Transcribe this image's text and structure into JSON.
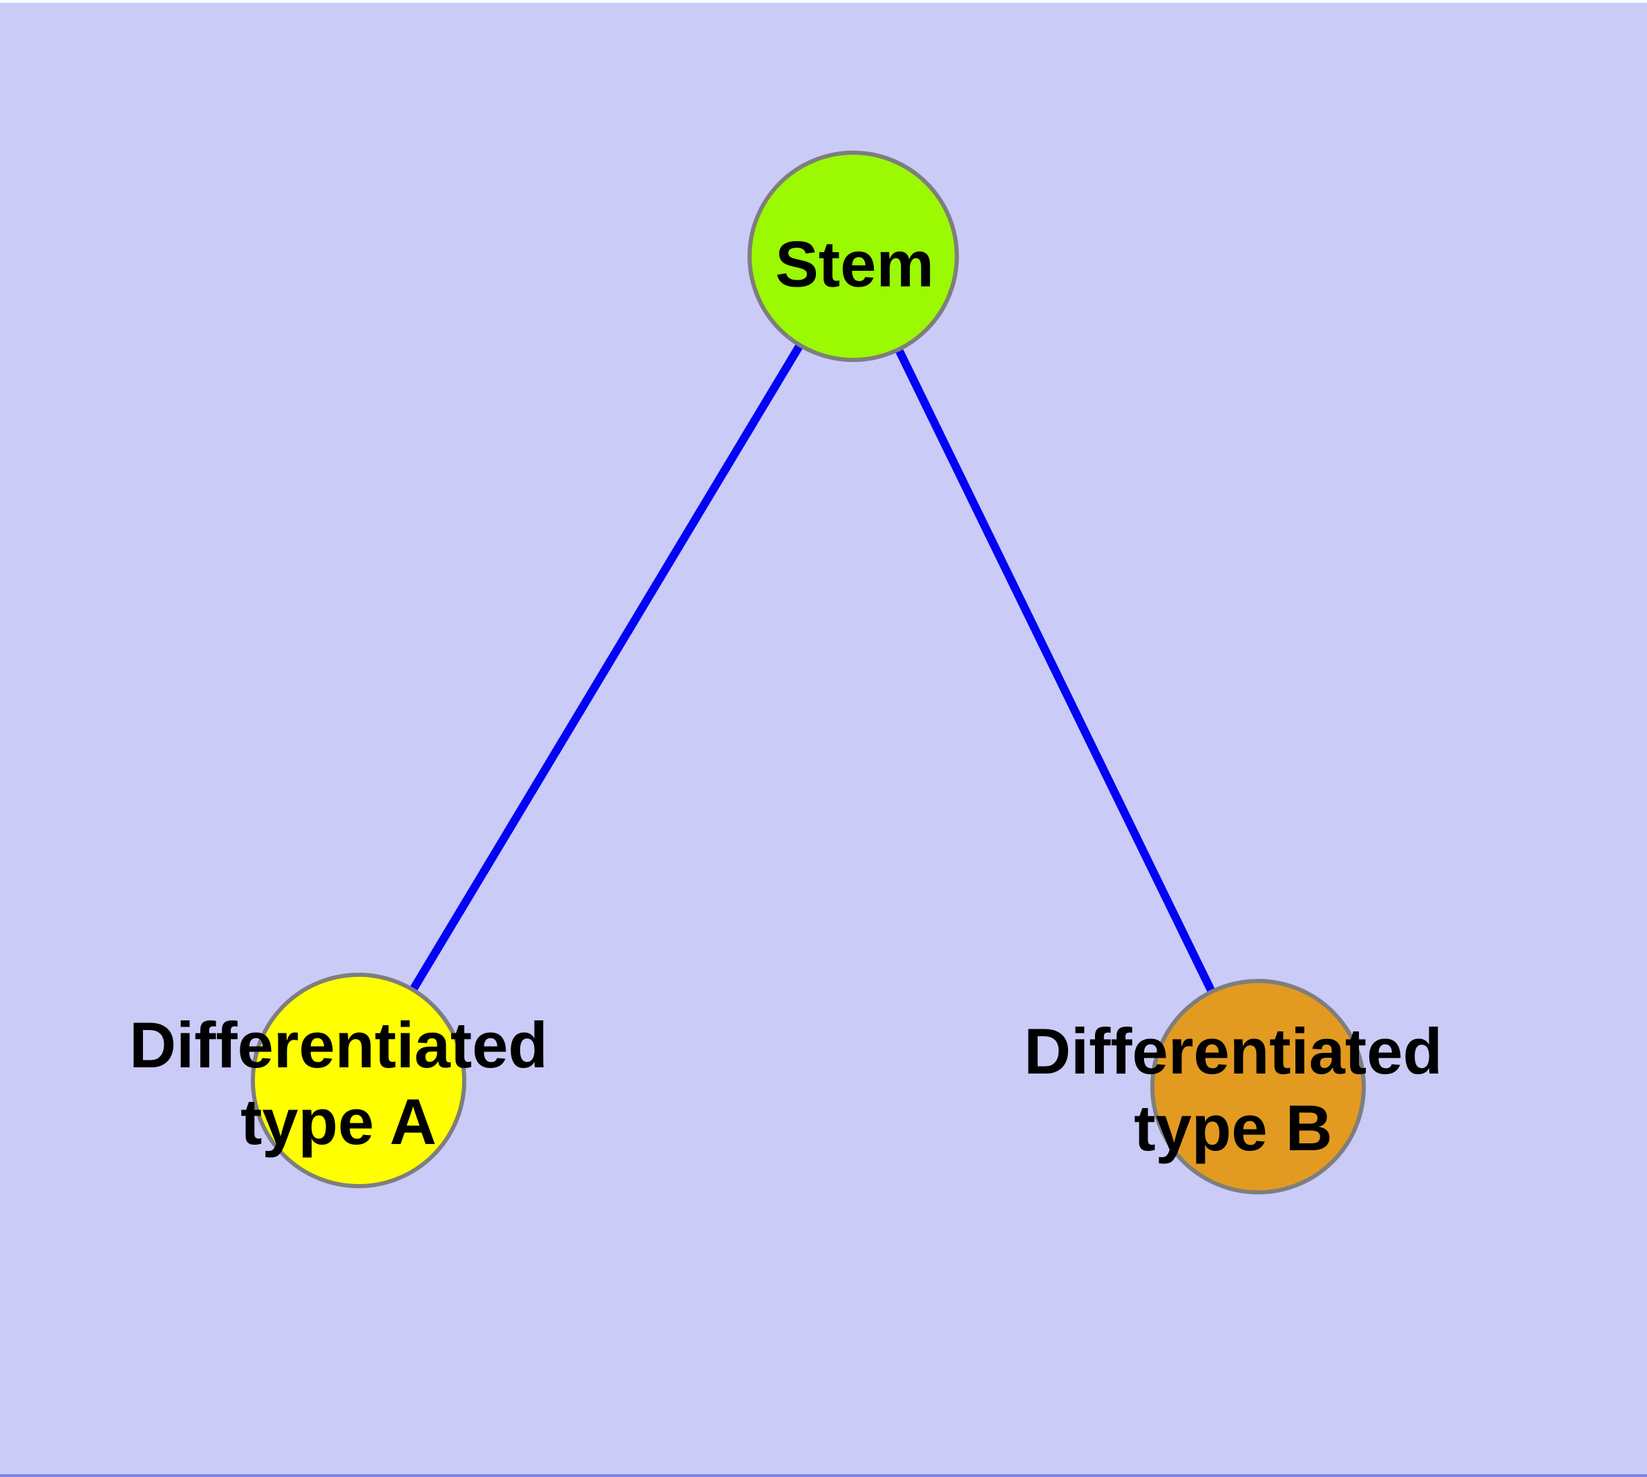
{
  "window": {
    "background_color": "#CBCBF8",
    "top_edge_color": "#FDFDFF",
    "bottom_edge_color": "#8080E6"
  },
  "diagram": {
    "type": "node-link-graph",
    "description": "Stem cell differentiation tree: one stem node connected to two differentiated cell type nodes",
    "edge_color": "#0202F5",
    "node_border_color": "#7E7E7E",
    "label_color": "#000000",
    "nodes": [
      {
        "id": "stem",
        "label_lines": [
          "Stem"
        ],
        "fill": "#9BF902"
      },
      {
        "id": "type-a",
        "label_lines": [
          "Differentiated",
          "type A"
        ],
        "fill": "#FFFF00"
      },
      {
        "id": "type-b",
        "label_lines": [
          "Differentiated",
          "type B"
        ],
        "fill": "#E39A20"
      }
    ],
    "edges": [
      {
        "from": "stem",
        "to": "type-a"
      },
      {
        "from": "stem",
        "to": "type-b"
      }
    ]
  }
}
